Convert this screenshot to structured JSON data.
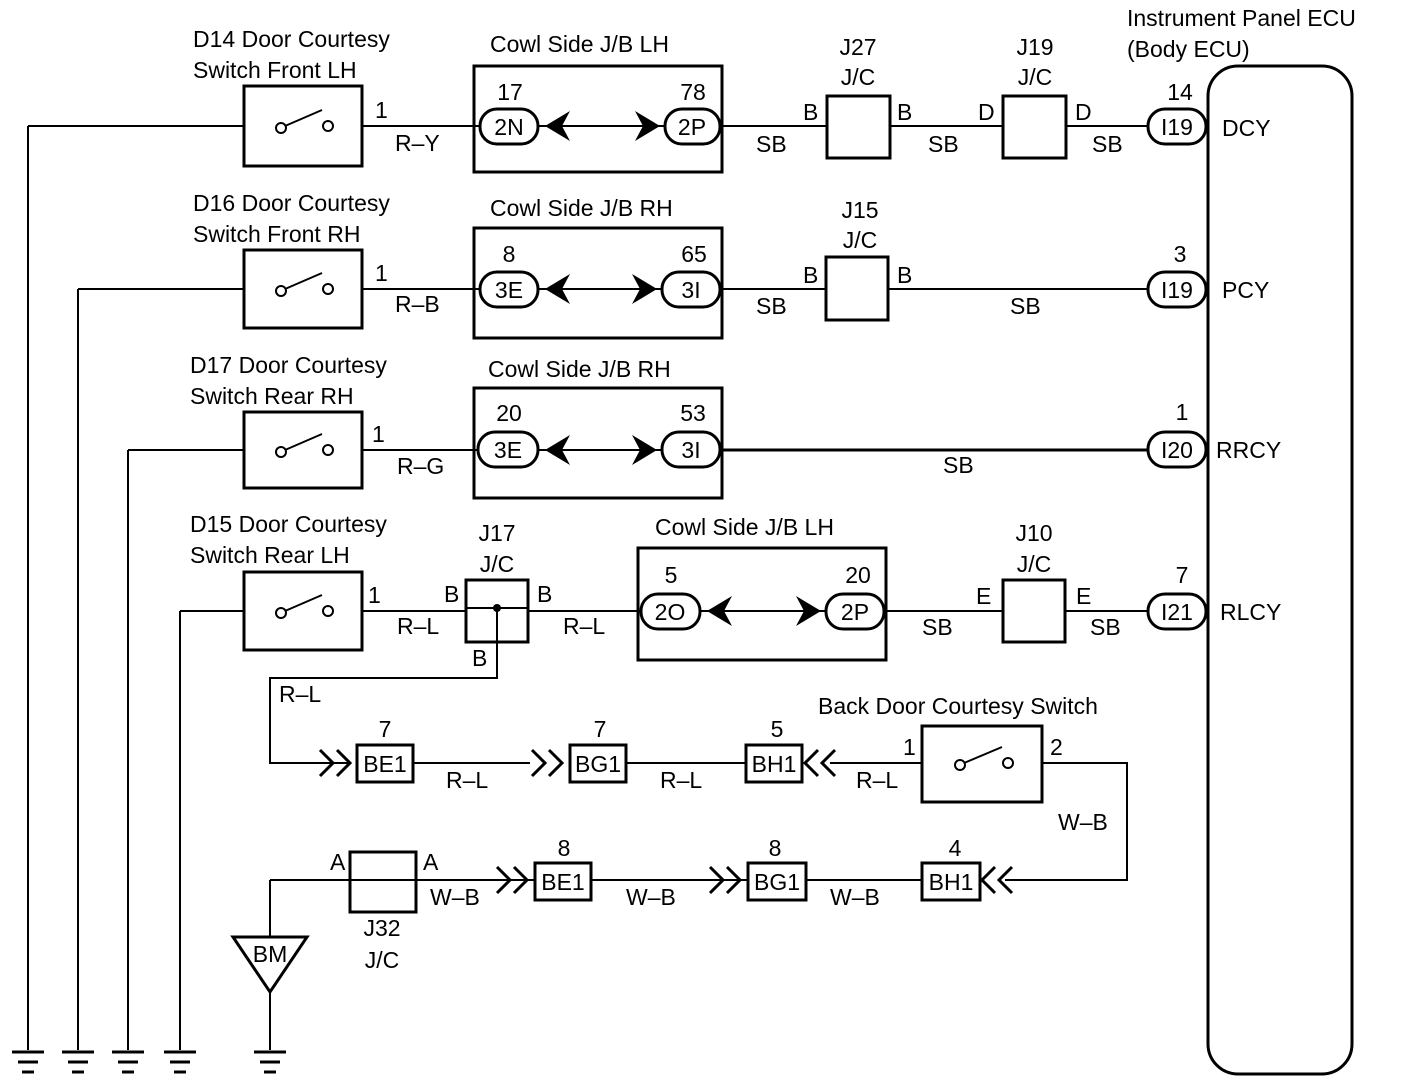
{
  "ecu": {
    "title1": "Instrument Panel ECU",
    "title2": "(Body ECU)"
  },
  "switches": [
    {
      "name1": "D14 Door Courtesy",
      "name2": "Switch Front LH",
      "pin": "1",
      "wire": "R–Y"
    },
    {
      "name1": "D16 Door Courtesy",
      "name2": "Switch Front RH",
      "pin": "1",
      "wire": "R–B"
    },
    {
      "name1": "D17 Door Courtesy",
      "name2": "Switch Rear RH",
      "pin": "1",
      "wire": "R–G"
    },
    {
      "name1": "D15 Door Courtesy",
      "name2": "Switch Rear LH",
      "pin": "1",
      "wire": "R–L"
    }
  ],
  "junction_blocks": [
    {
      "title": "Cowl Side J/B LH",
      "in_pin": "17",
      "in_conn": "2N",
      "out_pin": "78",
      "out_conn": "2P"
    },
    {
      "title": "Cowl Side J/B RH",
      "in_pin": "8",
      "in_conn": "3E",
      "out_pin": "65",
      "out_conn": "3I"
    },
    {
      "title": "Cowl Side J/B RH",
      "in_pin": "20",
      "in_conn": "3E",
      "out_pin": "53",
      "out_conn": "3I"
    },
    {
      "title": "Cowl Side J/B LH",
      "in_pin": "5",
      "in_conn": "2O",
      "out_pin": "20",
      "out_conn": "2P"
    }
  ],
  "junction_connectors": {
    "j27": {
      "name": "J27",
      "type": "J/C",
      "pin": "B"
    },
    "j19": {
      "name": "J19",
      "type": "J/C",
      "pin": "D"
    },
    "j15": {
      "name": "J15",
      "type": "J/C",
      "pin": "B"
    },
    "j17": {
      "name": "J17",
      "type": "J/C",
      "pin": "B"
    },
    "j10": {
      "name": "J10",
      "type": "J/C",
      "pin": "E"
    },
    "j32": {
      "name": "J32",
      "type": "J/C",
      "pin": "A"
    }
  },
  "ecu_pins": [
    {
      "pin": "14",
      "conn": "I19",
      "signal": "DCY"
    },
    {
      "pin": "3",
      "conn": "I19",
      "signal": "PCY"
    },
    {
      "pin": "1",
      "conn": "I20",
      "signal": "RRCY"
    },
    {
      "pin": "7",
      "conn": "I21",
      "signal": "RLCY"
    }
  ],
  "wires": {
    "sb": "SB",
    "rl": "R–L",
    "wb": "W–B"
  },
  "back_door": {
    "title": "Back Door Courtesy Switch",
    "pin1": "1",
    "pin2": "2",
    "upper": [
      {
        "pin": "7",
        "conn": "BE1"
      },
      {
        "pin": "7",
        "conn": "BG1"
      },
      {
        "pin": "5",
        "conn": "BH1"
      }
    ],
    "lower": [
      {
        "pin": "8",
        "conn": "BE1"
      },
      {
        "pin": "8",
        "conn": "BG1"
      },
      {
        "pin": "4",
        "conn": "BH1"
      }
    ]
  },
  "ground_point": "BM"
}
